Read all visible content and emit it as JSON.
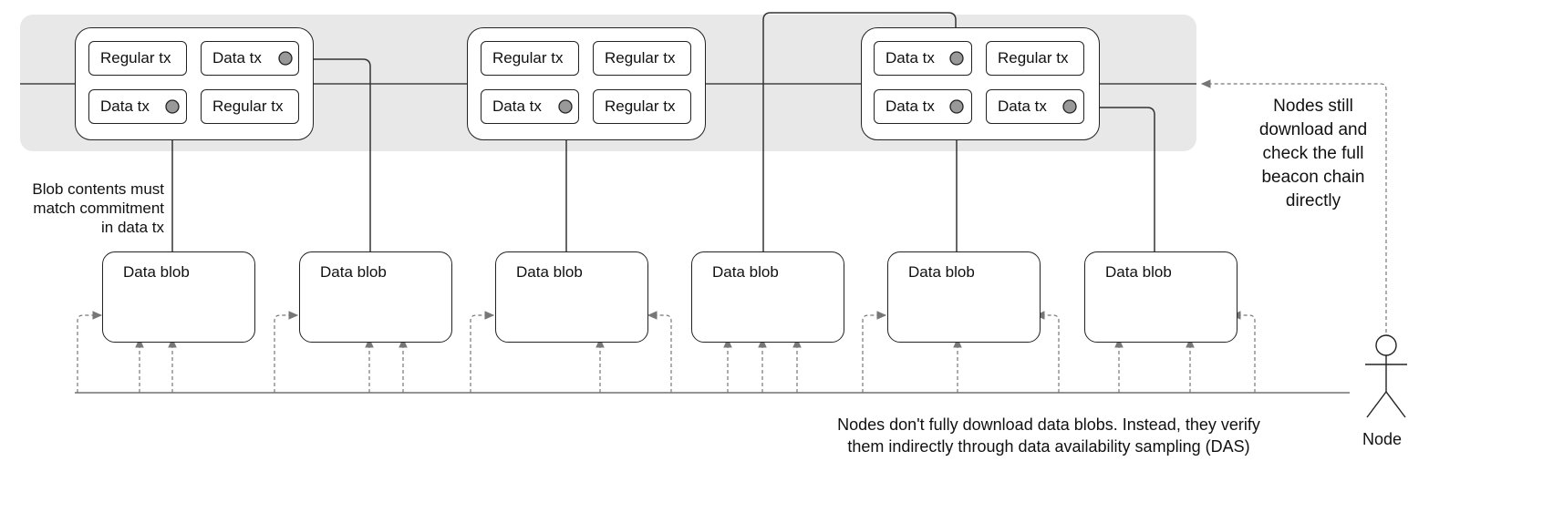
{
  "blocks": [
    {
      "txs": [
        "Regular tx",
        "Data tx",
        "Data tx",
        "Regular tx"
      ]
    },
    {
      "txs": [
        "Regular tx",
        "Regular tx",
        "Data tx",
        "Regular tx"
      ]
    },
    {
      "txs": [
        "Data tx",
        "Regular tx",
        "Data tx",
        "Data tx"
      ]
    }
  ],
  "blobs": [
    "Data blob",
    "Data blob",
    "Data blob",
    "Data blob",
    "Data blob",
    "Data blob"
  ],
  "notes": {
    "commitment": "Blob contents must\nmatch commitment\nin data tx",
    "beacon": "Nodes still\ndownload and\ncheck the full\nbeacon chain\ndirectly",
    "das": "Nodes don't fully download data blobs. Instead, they verify\nthem indirectly through data availability sampling (DAS)"
  },
  "node_label": "Node",
  "colors": {
    "chain_band": "#e8e8e8",
    "dot": "#999999",
    "dashed": "#777777"
  }
}
